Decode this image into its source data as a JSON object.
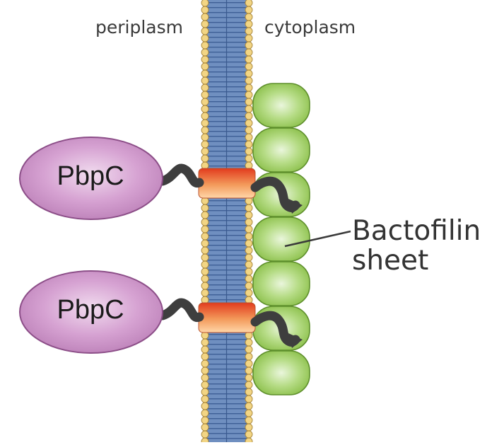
{
  "labels": {
    "periplasm": "periplasm",
    "cytoplasm": "cytoplasm",
    "protein_top": "PbpC",
    "protein_bottom": "PbpC",
    "bactofilin_line1": "Bactofilin",
    "bactofilin_line2": "sheet"
  },
  "colors": {
    "lipid_head": "#f2d584",
    "lipid_tail": "#5f82b6",
    "pbpc_fill": "#c88cc4",
    "bactofilin_fill": "#9acc5c",
    "linker": "#3b3b3b",
    "transmembrane_segment": "#ee6a3a"
  }
}
